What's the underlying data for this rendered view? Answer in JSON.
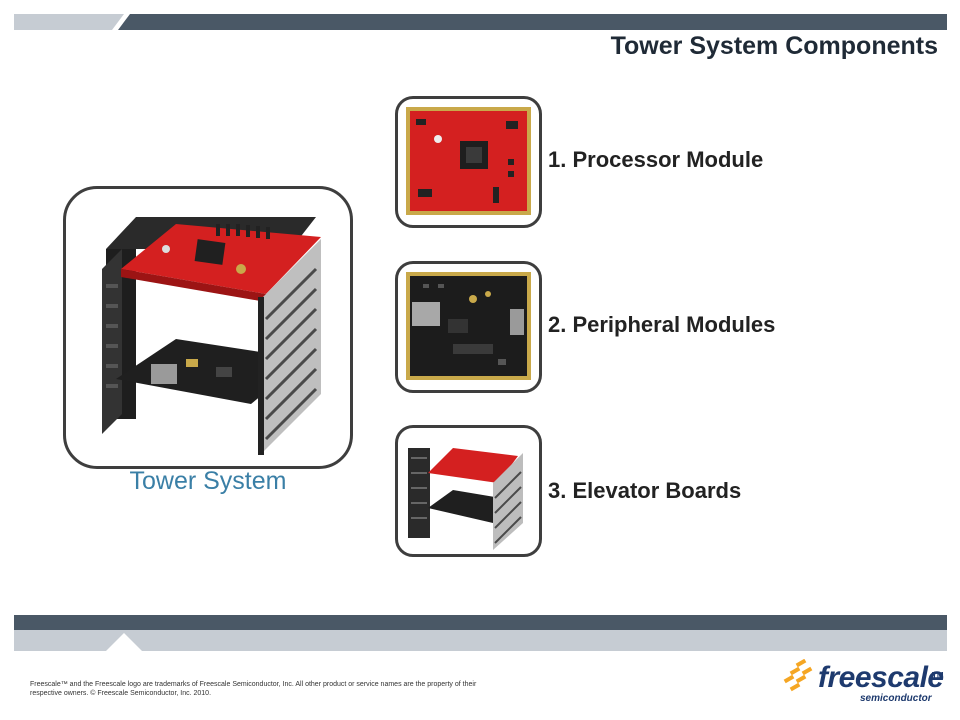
{
  "slide": {
    "title": "Tower System Components",
    "tower_caption": "Tower System"
  },
  "components": [
    {
      "label": "1. Processor Module",
      "icon": "processor-module-photo"
    },
    {
      "label": "2. Peripheral Modules",
      "icon": "peripheral-module-photo"
    },
    {
      "label": "3. Elevator Boards",
      "icon": "elevator-boards-photo"
    }
  ],
  "footer": {
    "legal_text": "Freescale™ and the Freescale logo are trademarks of Freescale Semiconductor, Inc. All other product or service names are the property of their respective owners. © Freescale Semiconductor, Inc. 2010.",
    "logo_word": "freescale",
    "logo_tm": "TM",
    "logo_sub": "semiconductor"
  },
  "colors": {
    "banner_dark": "#4a5866",
    "banner_light": "#c6ccd3",
    "caption_blue": "#3a7fa6",
    "board_red": "#d42020",
    "board_black": "#1c1c1c"
  }
}
